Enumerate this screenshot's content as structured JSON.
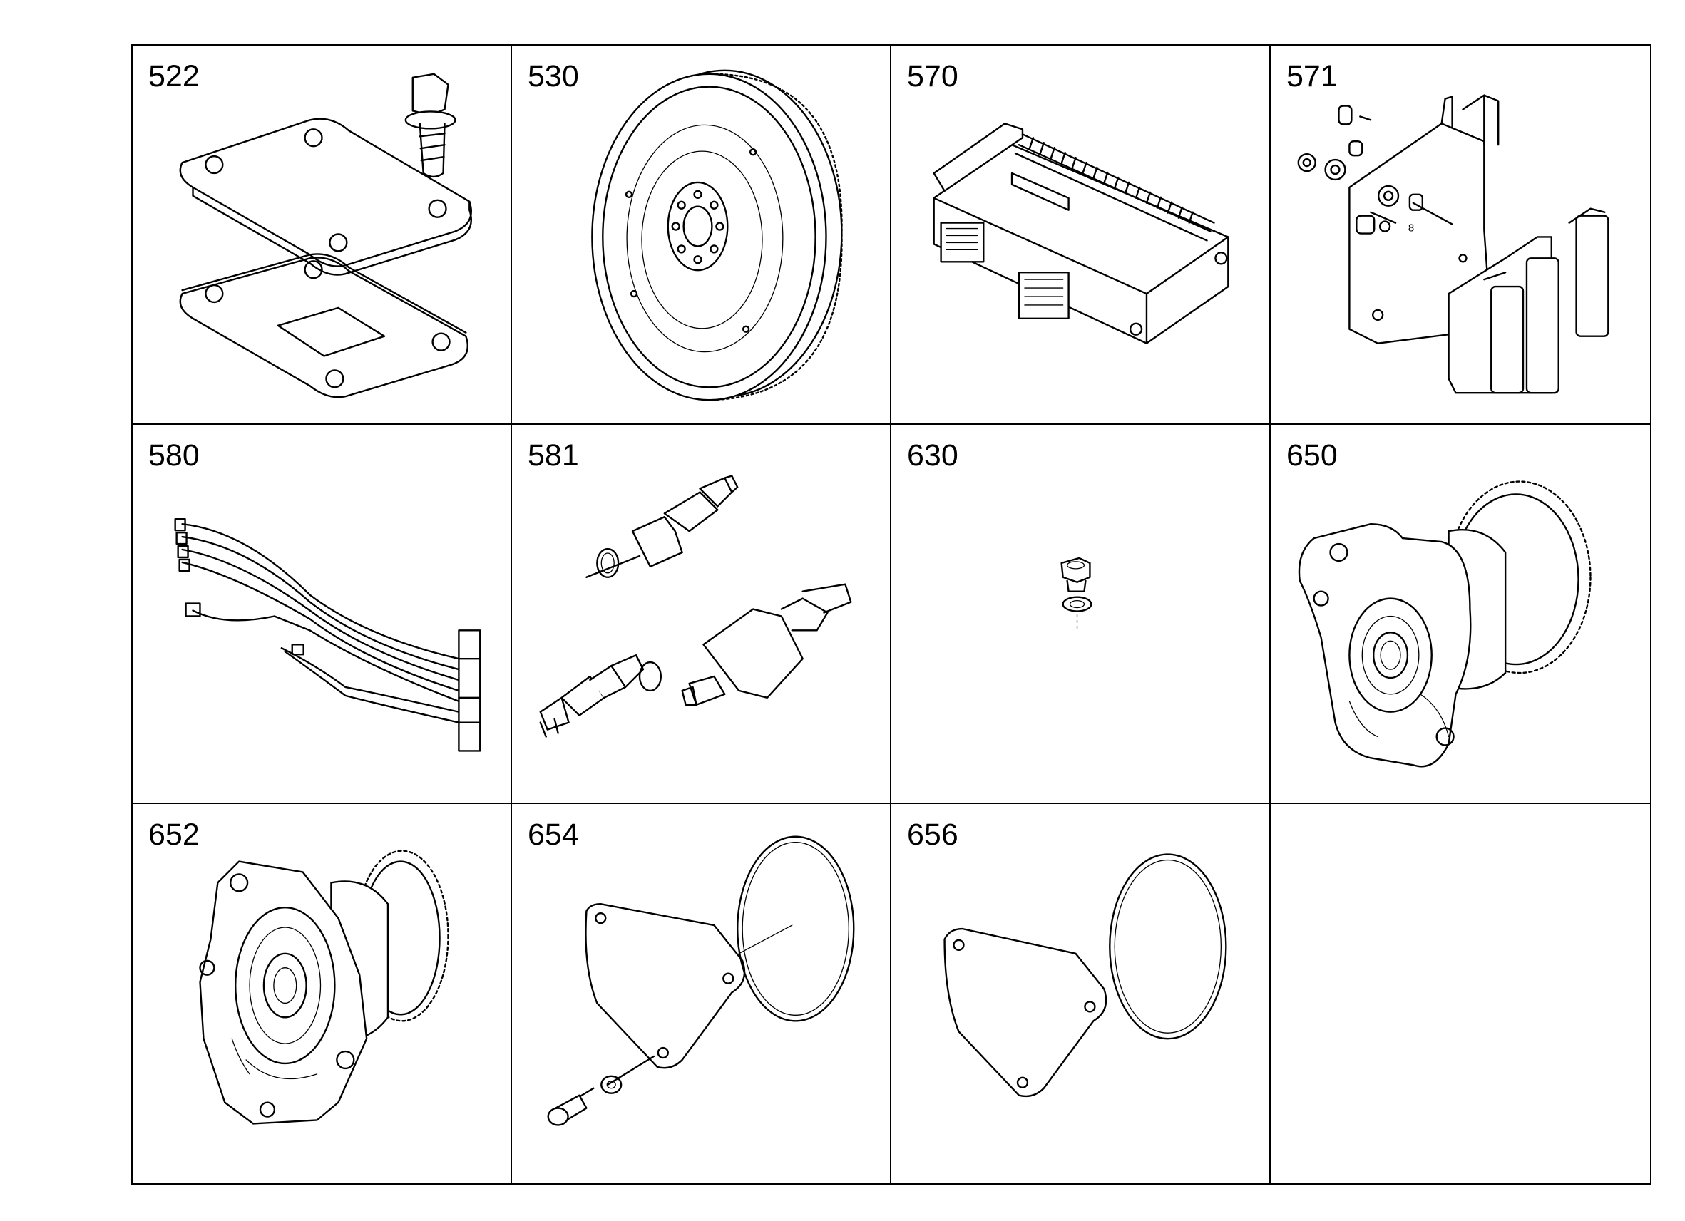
{
  "parts": [
    {
      "number": "522",
      "icon": "gasket-plate-bolt-icon"
    },
    {
      "number": "530",
      "icon": "flywheel-icon"
    },
    {
      "number": "570",
      "icon": "control-unit-icon"
    },
    {
      "number": "571",
      "icon": "mounting-bracket-icon"
    },
    {
      "number": "580",
      "icon": "wiring-harness-icon"
    },
    {
      "number": "581",
      "icon": "sensor-set-icon"
    },
    {
      "number": "630",
      "icon": "plug-screw-icon"
    },
    {
      "number": "650",
      "icon": "pump-with-gear-icon"
    },
    {
      "number": "652",
      "icon": "pump-housing-icon"
    },
    {
      "number": "654",
      "icon": "cover-oring-kit-icon"
    },
    {
      "number": "656",
      "icon": "cover-oring-icon"
    },
    {
      "number": "",
      "icon": ""
    }
  ],
  "callouts": {
    "bracket_item": "8"
  }
}
